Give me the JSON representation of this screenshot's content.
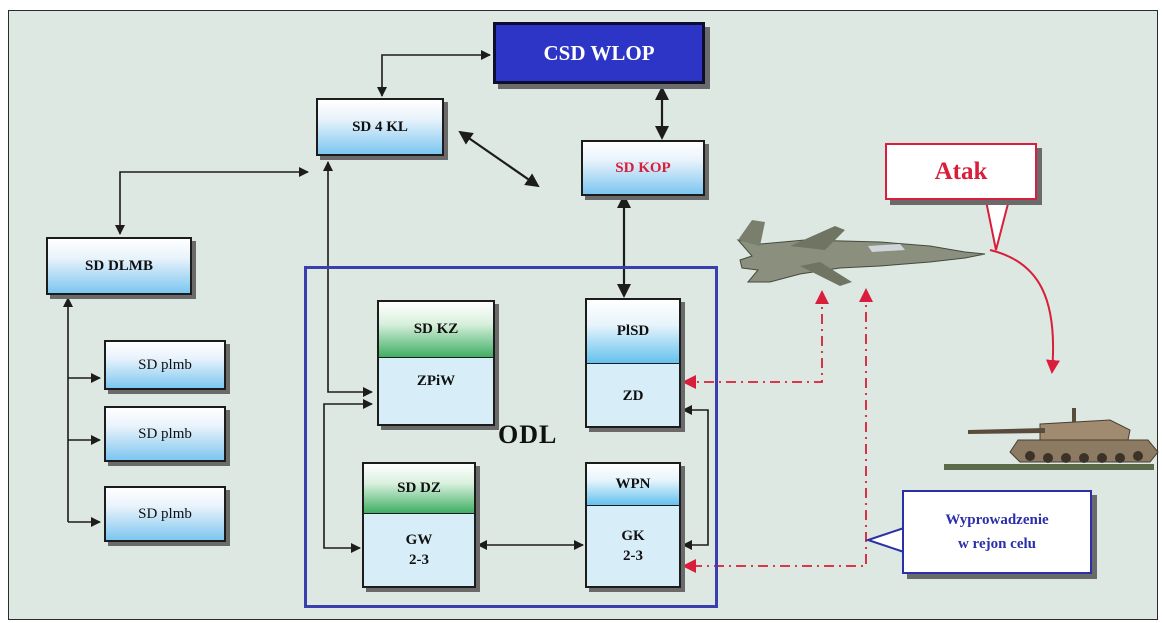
{
  "nodes": {
    "csd_wlop": "CSD WLOP",
    "sd_4kl": "SD 4 KL",
    "sd_kop": "SD KOP",
    "sd_dlmb": "SD DLMB",
    "sd_plmb_1": "SD plmb",
    "sd_plmb_2": "SD plmb",
    "sd_plmb_3": "SD plmb",
    "sd_kz": "SD KZ",
    "zpiw": "ZPiW",
    "plsd": "PlSD",
    "zd": "ZD",
    "sd_dz": "SD DZ",
    "gw": "GW\n2-3",
    "wpn": "WPN",
    "gk": "GK\n2-3"
  },
  "group_label": "ODL",
  "callouts": {
    "atak": "Atak",
    "wyprowadzenie": "Wyprowadzenie\nw rejon celu"
  },
  "colors": {
    "csd_fill": "#2d35c6",
    "odl_frame": "#3a3fb0",
    "attack_red": "#d81e3a",
    "callout_blue": "#2b2fa8",
    "box_gradient_blue": "#7cc6f0",
    "box_gradient_green": "#3fae63",
    "background": "#dde8e2"
  },
  "icons": [
    "fighter-jet-icon",
    "tank-icon"
  ]
}
